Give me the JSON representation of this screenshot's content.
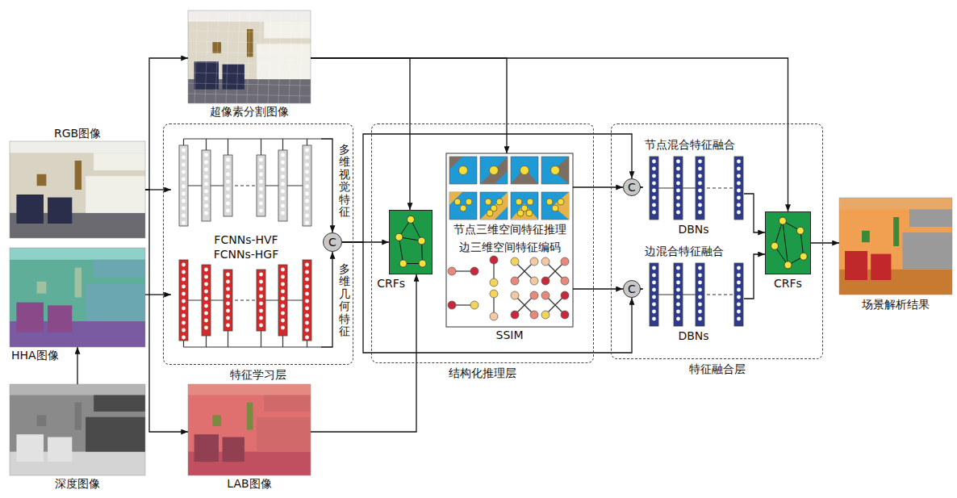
{
  "diagram": {
    "nodes": [
      {
        "text": [
          "超像素分割图像"
        ]
      },
      {
        "text": [
          "RGB图像"
        ]
      },
      {
        "text": [
          "HHA图像"
        ]
      },
      {
        "text": [
          "深度图像"
        ]
      },
      {
        "text": [
          "LAB图像"
        ]
      },
      {
        "text": [
          "特征学习层"
        ]
      },
      {
        "text": [
          "FCNNs-HVF"
        ],
        "in": 5
      },
      {
        "text": [
          "FCNNs-HGF"
        ],
        "in": 5
      },
      {
        "text": [
          "C"
        ],
        "in": 5
      },
      {
        "text": [
          "结构化推理层"
        ]
      },
      {
        "text": [
          "CRFs"
        ],
        "in": 9
      },
      {
        "text": [
          "节点三维空间特征推理",
          "边三维空间特征编码",
          "SSIM"
        ],
        "in": 9
      },
      {
        "text": [
          "特征融合层"
        ]
      },
      {
        "text": [
          "C"
        ],
        "in": 12
      },
      {
        "text": [
          "节点混合特征融合",
          "DBNs"
        ],
        "in": 12
      },
      {
        "text": [
          "C"
        ],
        "in": 12
      },
      {
        "text": [
          "边混合特征融合",
          "DBNs"
        ],
        "in": 12
      },
      {
        "text": [
          "CRFs"
        ],
        "in": 12
      },
      {
        "text": [
          "场景解析结果"
        ]
      }
    ],
    "edges": [
      {
        "from": 1,
        "to": 0,
        "arrow": "to"
      },
      {
        "from": 1,
        "to": 6,
        "arrow": "to"
      },
      {
        "from": 1,
        "to": 4,
        "arrow": "to"
      },
      {
        "from": 3,
        "to": 2,
        "arrow": "to"
      },
      {
        "from": 2,
        "to": 7,
        "arrow": "to"
      },
      {
        "from": 6,
        "to": 8,
        "arrow": "to"
      },
      {
        "from": 7,
        "to": 8,
        "arrow": "to"
      },
      {
        "from": 8,
        "to": 10,
        "arrow": "to"
      },
      {
        "from": 8,
        "to": 13,
        "arrow": "to"
      },
      {
        "from": 8,
        "to": 15,
        "arrow": "to"
      },
      {
        "from": 0,
        "to": 10,
        "arrow": "to"
      },
      {
        "from": 4,
        "to": 10,
        "arrow": "to"
      },
      {
        "from": 0,
        "to": 11,
        "arrow": "to"
      },
      {
        "from": 0,
        "to": 17,
        "arrow": "to"
      },
      {
        "from": 11,
        "to": 13,
        "arrow": "to"
      },
      {
        "from": 11,
        "to": 15,
        "arrow": "to"
      },
      {
        "from": 13,
        "to": 14,
        "arrow": "to"
      },
      {
        "from": 15,
        "to": 16,
        "arrow": "to"
      },
      {
        "from": 14,
        "to": 17,
        "arrow": "to"
      },
      {
        "from": 16,
        "to": 17,
        "arrow": "to"
      },
      {
        "from": 17,
        "to": 18,
        "arrow": "to"
      }
    ],
    "labels": [
      "多维视觉特征",
      "多维几何特征"
    ]
  }
}
